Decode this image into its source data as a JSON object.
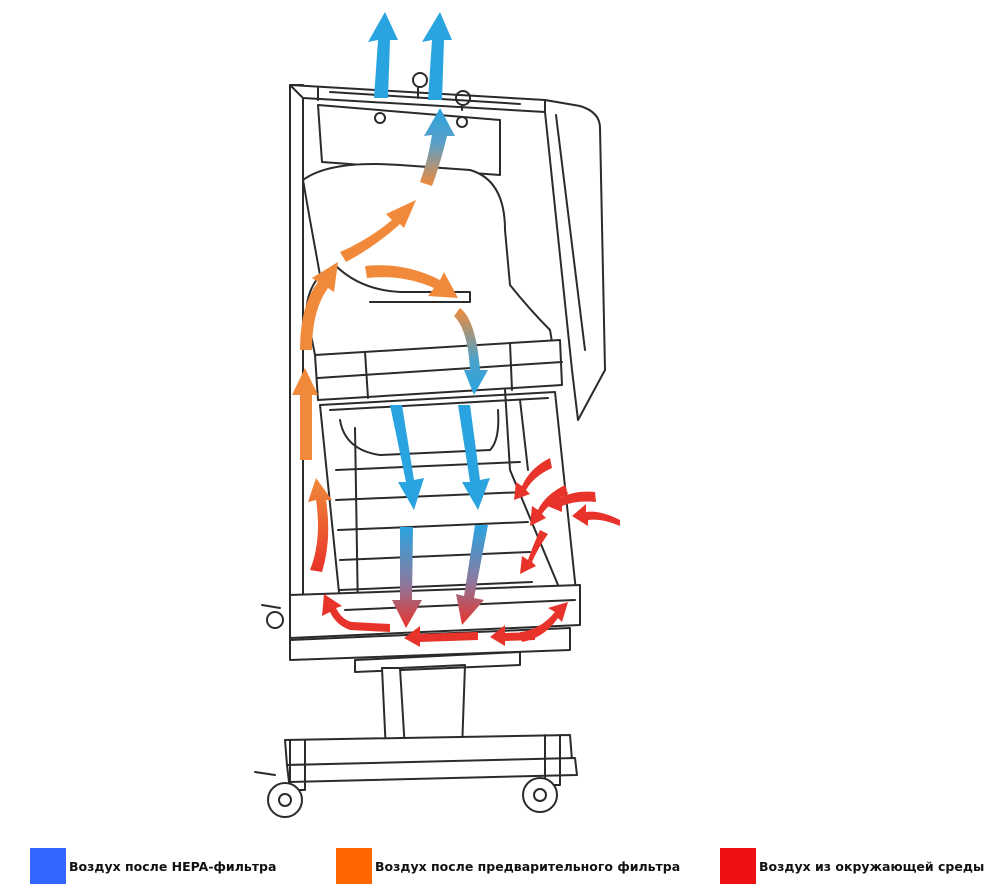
{
  "legend": {
    "items": [
      {
        "label": "Воздух после HEPA-фильтра",
        "color": "#3366ff"
      },
      {
        "label": "Воздух после предварительного фильтра",
        "color": "#ff6600"
      },
      {
        "label": "Воздух из окружающей среды",
        "color": "#ee1111"
      }
    ]
  },
  "colors": {
    "hepa": "#2aa4e0",
    "prefilter": "#f08a3a",
    "ambient": "#e8332a",
    "line": "#2b2b2b"
  }
}
